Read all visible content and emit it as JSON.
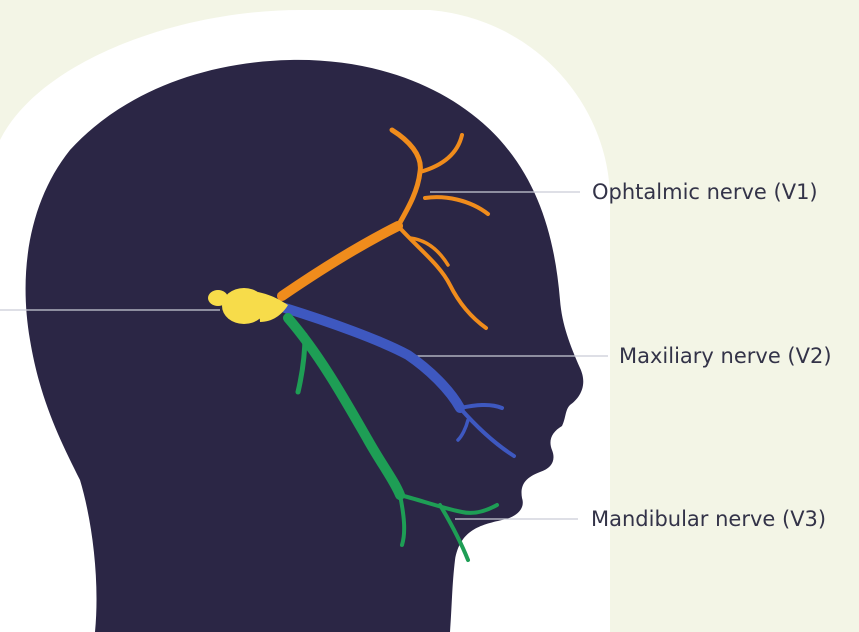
{
  "labels": {
    "ophthalmic": "Ophtalmic nerve (V1)",
    "maxillary": "Maxiliary nerve (V2)",
    "mandibular": "Mandibular nerve (V3)"
  },
  "colors": {
    "background": "#f3f5e6",
    "halo": "#ffffff",
    "head": "#2b2645",
    "ganglion": "#f7dc4a",
    "ophthalmic": "#f08c1c",
    "maxillary": "#3e58c0",
    "mandibular": "#1e9e55",
    "leader_line": "#c9ccd6",
    "label_text": "#333348"
  }
}
